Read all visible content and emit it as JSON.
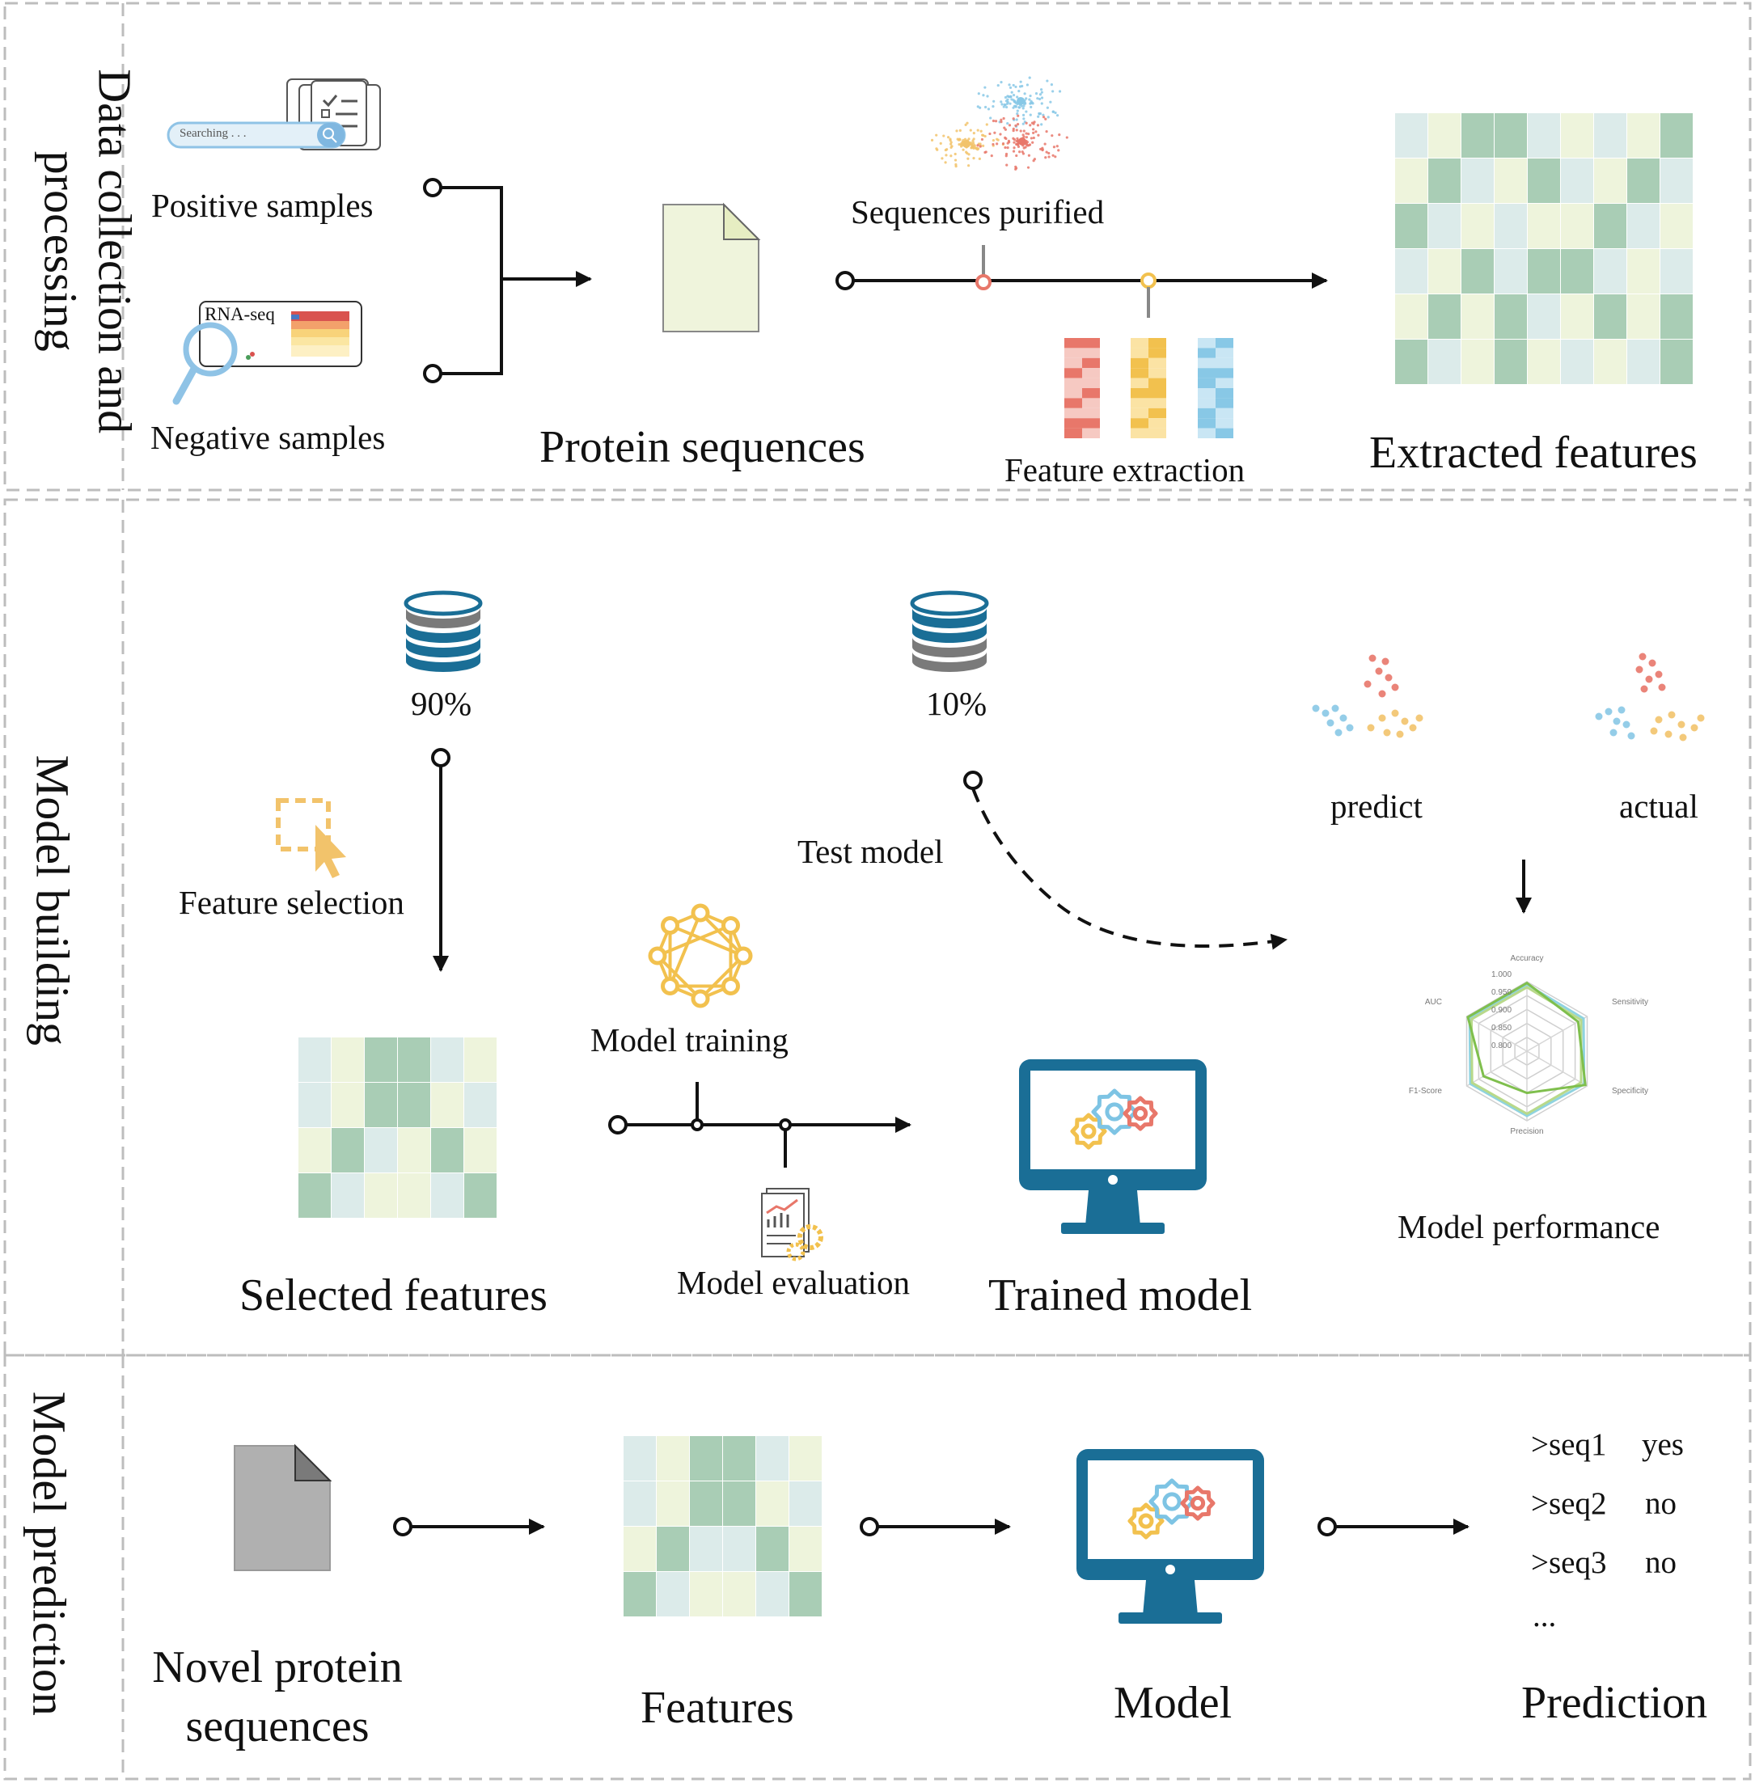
{
  "sections": {
    "data_collection": {
      "title_line1": "Data collection and",
      "title_line2": "processing",
      "positive_samples": "Positive samples",
      "negative_samples": "Negative samples",
      "search_placeholder": "Searching . . .",
      "rna_seq": "RNA-seq",
      "protein_sequences": "Protein sequences",
      "sequences_purified": "Sequences purified",
      "feature_extraction": "Feature extraction",
      "extracted_features": "Extracted features"
    },
    "model_building": {
      "title": "Model building",
      "split_train": "90%",
      "split_test": "10%",
      "feature_selection": "Feature selection",
      "selected_features": "Selected features",
      "model_training": "Model training",
      "model_evaluation": "Model evaluation",
      "trained_model": "Trained model",
      "test_model": "Test model",
      "predict": "predict",
      "actual": "actual",
      "model_performance": "Model performance",
      "radar": {
        "axes": [
          "Accuracy",
          "Sensitivity",
          "Specificity",
          "Precision",
          "F1-Score",
          "AUC"
        ],
        "ticks": [
          "1.000",
          "0.950",
          "0.900",
          "0.850",
          "0.800"
        ]
      }
    },
    "model_prediction": {
      "title": "Model prediction",
      "novel_line1": "Novel protein",
      "novel_line2": "sequences",
      "features": "Features",
      "model": "Model",
      "prediction": "Prediction",
      "results": [
        {
          "seq": ">seq1",
          "label": "yes"
        },
        {
          "seq": ">seq2",
          "label": "no"
        },
        {
          "seq": ">seq3",
          "label": "no"
        }
      ],
      "ellipsis": "..."
    }
  },
  "colors": {
    "green_dark": "#a9cdb5",
    "green_light": "#eef4dc",
    "blue_light": "#dcebea",
    "monitor_blue": "#1a6e96",
    "gear_yellow": "#f2c14e",
    "gear_blue": "#7ec4e4",
    "gear_red": "#e8776a",
    "dot_red": "#e8776a",
    "dot_blue": "#88c8e6",
    "dot_yellow": "#f2c36b",
    "doc_green": "#eff4dc",
    "doc_gray": "#b0b0b0"
  }
}
